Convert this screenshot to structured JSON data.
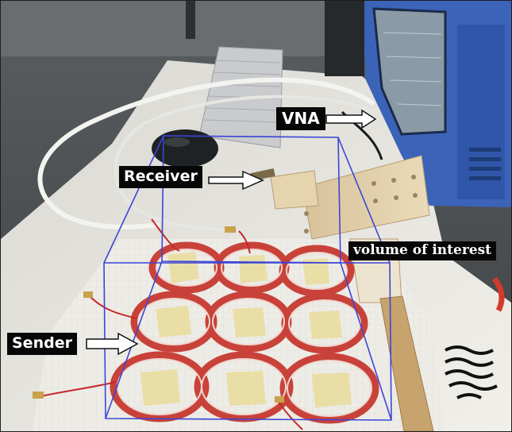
{
  "annotations": {
    "vna": "VNA",
    "receiver": "Receiver",
    "sender": "Sender",
    "volume_of_interest": "volume of interest"
  },
  "colors": {
    "volume_box": "#3b45d6",
    "coil_red": "#c8423a",
    "coil_tape": "#e9dda0",
    "label_bg": "#070707",
    "label_text": "#ffffff",
    "table": "#ece9e2",
    "instrument_blue": "#3b63b8"
  }
}
